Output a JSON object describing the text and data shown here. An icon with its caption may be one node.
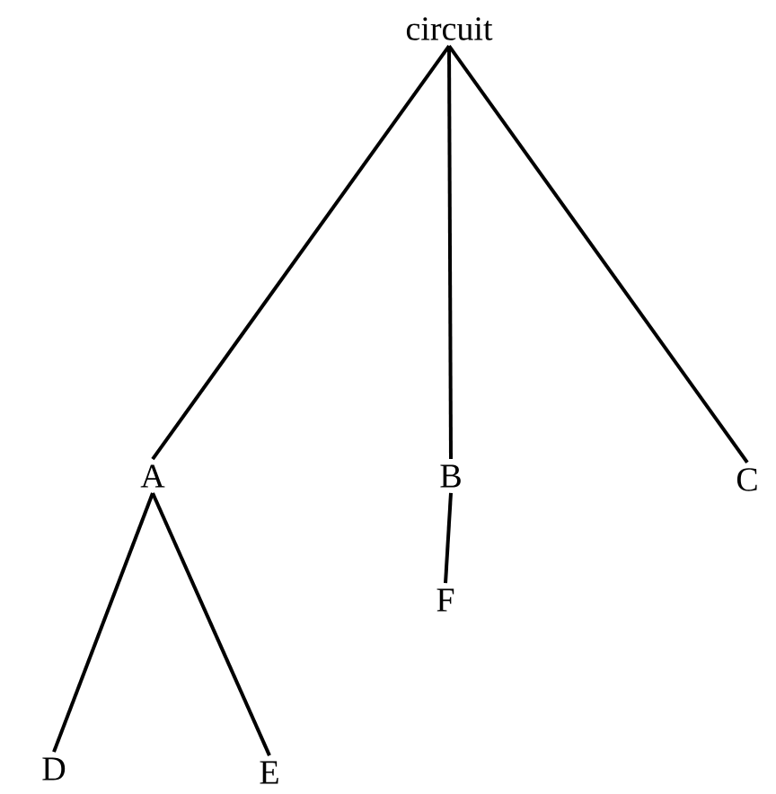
{
  "diagram": {
    "nodes": [
      {
        "text": [
          "circuit"
        ]
      },
      {
        "text": [
          "A"
        ]
      },
      {
        "text": [
          "B"
        ]
      },
      {
        "text": [
          "C"
        ]
      },
      {
        "text": [
          "F"
        ]
      },
      {
        "text": [
          "D"
        ]
      },
      {
        "text": [
          "E"
        ]
      }
    ],
    "edges": [
      {
        "from": 0,
        "to": 1,
        "arrow": "none"
      },
      {
        "from": 0,
        "to": 2,
        "arrow": "none"
      },
      {
        "from": 0,
        "to": 3,
        "arrow": "none"
      },
      {
        "from": 2,
        "to": 4,
        "arrow": "none"
      },
      {
        "from": 1,
        "to": 5,
        "arrow": "none"
      },
      {
        "from": 1,
        "to": 6,
        "arrow": "none"
      }
    ]
  }
}
